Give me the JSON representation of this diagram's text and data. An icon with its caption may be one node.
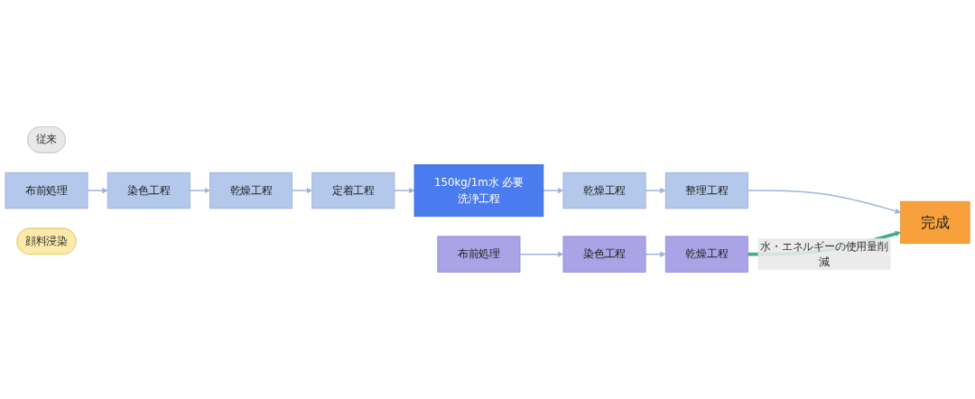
{
  "diagram": {
    "nodes": [
      {
        "text": [
          "従来"
        ]
      },
      {
        "text": [
          "布前処理"
        ]
      },
      {
        "text": [
          "染色工程"
        ]
      },
      {
        "text": [
          "乾燥工程"
        ]
      },
      {
        "text": [
          "定着工程"
        ]
      },
      {
        "text": [
          "150kg/1m水 必要",
          "洗浄工程"
        ]
      },
      {
        "text": [
          "乾燥工程"
        ]
      },
      {
        "text": [
          "整理工程"
        ]
      },
      {
        "text": [
          "完成"
        ]
      },
      {
        "text": [
          "顔料浸染"
        ]
      },
      {
        "text": [
          "布前処理"
        ]
      },
      {
        "text": [
          "染色工程"
        ]
      },
      {
        "text": [
          "乾燥工程"
        ]
      }
    ],
    "edges": [
      {
        "from": 1,
        "to": 2,
        "arrow": "to"
      },
      {
        "from": 2,
        "to": 3,
        "arrow": "to"
      },
      {
        "from": 3,
        "to": 4,
        "arrow": "to"
      },
      {
        "from": 4,
        "to": 5,
        "arrow": "to"
      },
      {
        "from": 5,
        "to": 6,
        "arrow": "to"
      },
      {
        "from": 6,
        "to": 7,
        "arrow": "to"
      },
      {
        "from": 7,
        "to": 8,
        "arrow": "to"
      },
      {
        "from": 10,
        "to": 11,
        "arrow": "to"
      },
      {
        "from": 11,
        "to": 12,
        "arrow": "to"
      },
      {
        "from": 12,
        "to": 8,
        "arrow": "to",
        "label": "水・エネルギーの使用量削減",
        "style": "thick",
        "color": "#3fae8a"
      }
    ]
  }
}
